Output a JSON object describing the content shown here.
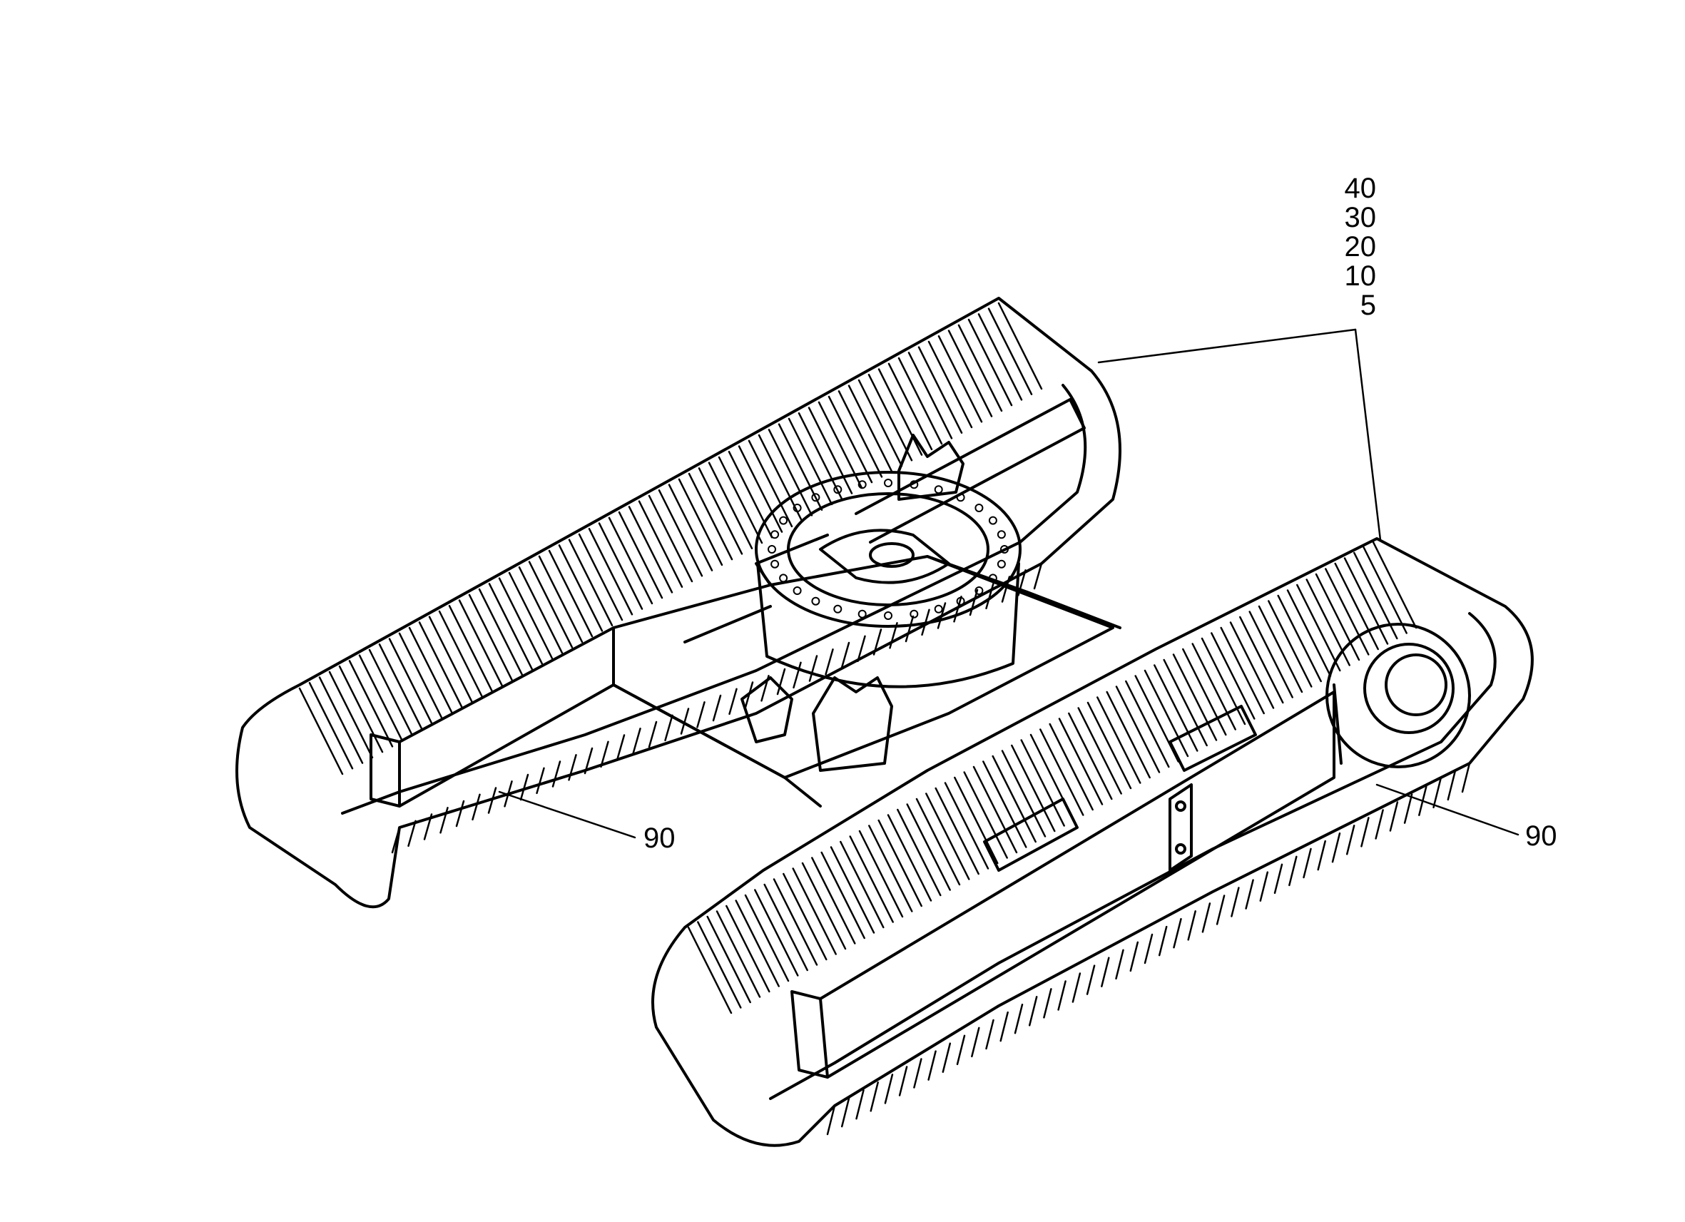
{
  "callouts": {
    "stack": [
      "40",
      "30",
      "20",
      "10",
      "5"
    ],
    "left_track": "90",
    "right_track": "90"
  },
  "colors": {
    "ink": "#000000",
    "paper": "#ffffff"
  }
}
